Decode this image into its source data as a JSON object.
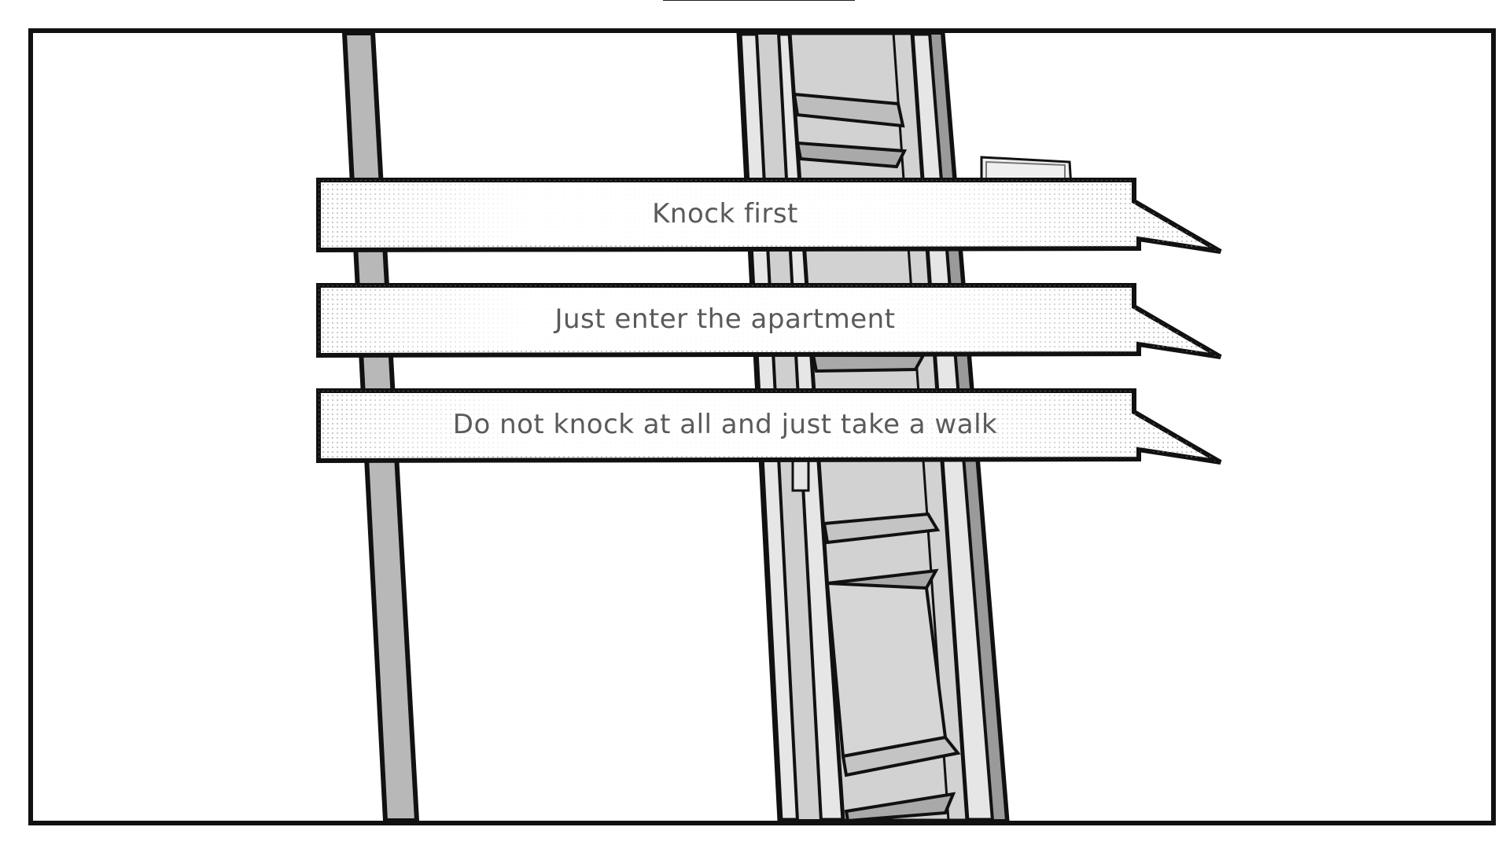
{
  "scene": {
    "background_color": "#ffffff",
    "ink_color": "#111111",
    "door_color": "#cfcfcf",
    "frame_color": "#b8b8b8",
    "elements": [
      "door-frame",
      "door",
      "wall-pole",
      "door-sign"
    ]
  },
  "choices": [
    {
      "label": "Knock first"
    },
    {
      "label": "Just enter the apartment"
    },
    {
      "label": "Do not knock at all and just take a walk"
    }
  ],
  "style": {
    "label_color": "#5a5a5a",
    "bubble_fill": "#ffffff",
    "bubble_outline": "#111111",
    "halftone_color": "#9a9a9a"
  }
}
